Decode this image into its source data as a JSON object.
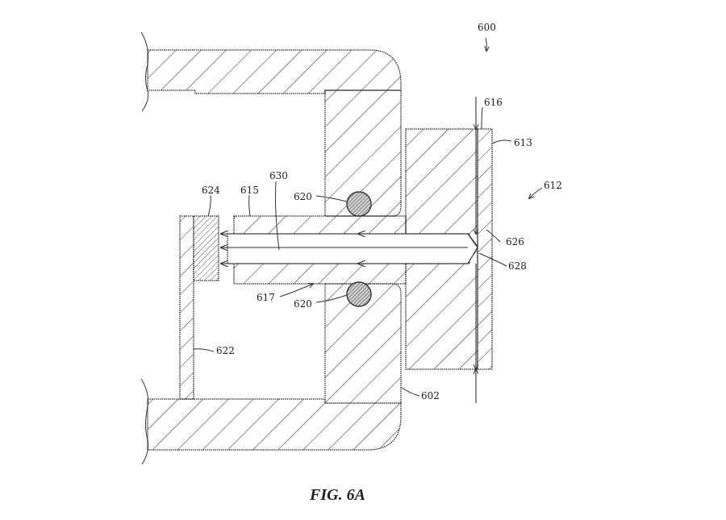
{
  "figure": {
    "caption": "FIG. 6A",
    "labels": {
      "r600": "600",
      "r602": "602",
      "r612": "612",
      "r613": "613",
      "r615": "615",
      "r616": "616",
      "r617": "617",
      "r620a": "620",
      "r620b": "620",
      "r622": "622",
      "r624": "624",
      "r626": "626",
      "r628": "628",
      "r630": "630"
    }
  }
}
